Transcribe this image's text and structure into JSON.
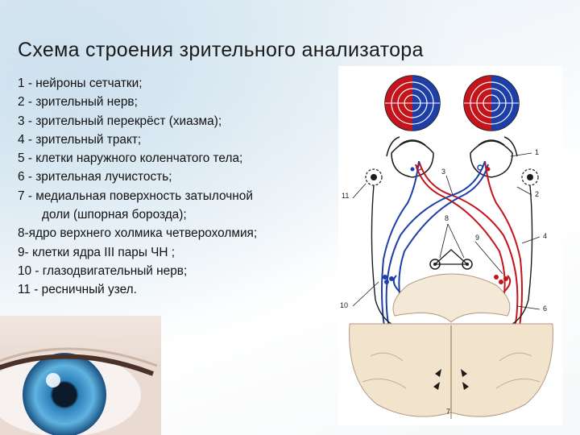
{
  "title": "Схема строения зрительного анализатора",
  "legend": [
    "1 - нейроны сетчатки;",
    "2 - зрительный нерв;",
    "3 - зрительный перекрёст (хиазма);",
    "4 - зрительный тракт;",
    "5 - клетки наружного коленчатого тела;",
    "6 - зрительная лучистость;",
    "7 - медиальная поверхность затылочной",
    "доли (шпорная борозда);",
    "8-ядро верхнего холмика четверохолмия;",
    "9- клетки ядра III пары ЧН ;",
    "10 - глазодвигательный нерв;",
    "11 - ресничный узел."
  ],
  "diagram_labels": {
    "n1": "1",
    "n2": "2",
    "n3": "3",
    "n4": "4",
    "n6": "6",
    "n7": "7",
    "n8": "8",
    "n9": "9",
    "n10": "10",
    "n11": "11"
  },
  "colors": {
    "red": "#c4141c",
    "blue": "#1f3fa8",
    "dark": "#1b1b1b"
  }
}
